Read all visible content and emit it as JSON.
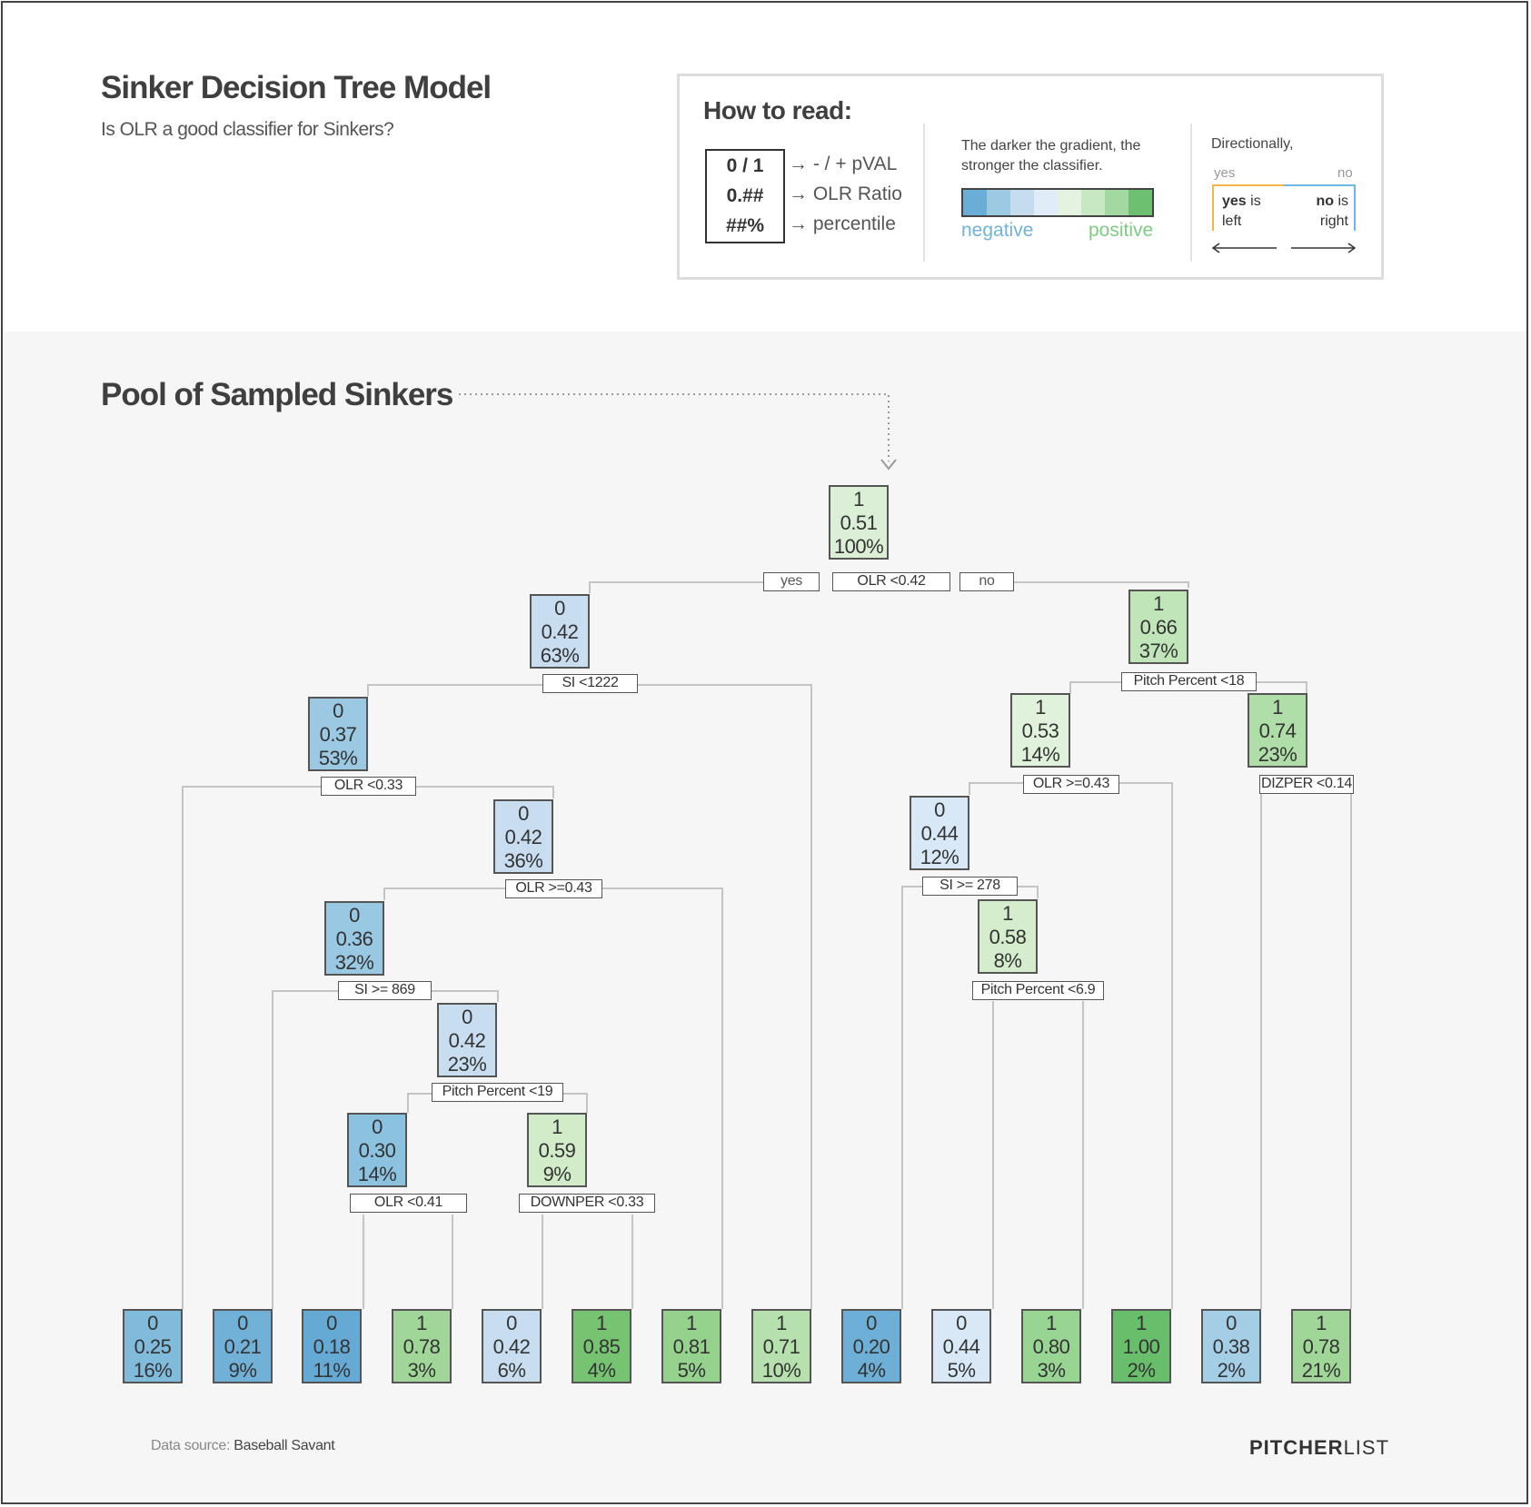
{
  "header": {
    "title": "Sinker Decision Tree Model",
    "subtitle": "Is OLR a good classifier for Sinkers?"
  },
  "legend": {
    "title": "How to read:",
    "box_lines": [
      "0 / 1",
      "0.##",
      "##%"
    ],
    "box_meanings": [
      "- / + pVAL",
      "OLR Ratio",
      "percentile"
    ],
    "gradient_text": "The darker the gradient, the stronger the classifier.",
    "gradient_colors": [
      "#6aaed8",
      "#9ccae3",
      "#c5dcef",
      "#e0ecf8",
      "#e3f3df",
      "#c8e8c1",
      "#a2d9a0",
      "#6cc06f"
    ],
    "negative_label": "negative",
    "positive_label": "positive",
    "direction_title": "Directionally,",
    "yes_label": "yes",
    "no_label": "no",
    "yes_text": "yes",
    "yes_rest": "is",
    "yes_side": "left",
    "no_text": "no",
    "no_rest": "is",
    "no_side": "right",
    "yes_color": "#f5b547",
    "no_color": "#6eb6e4"
  },
  "section_title": "Pool of Sampled Sinkers",
  "root_branch_labels": {
    "yes": "yes",
    "no": "no"
  },
  "tree": {
    "nodes": [
      {
        "id": "n1",
        "cls": "1",
        "ratio": "0.51",
        "pct": "100%"
      },
      {
        "id": "n2",
        "cls": "0",
        "ratio": "0.42",
        "pct": "63%"
      },
      {
        "id": "n3",
        "cls": "1",
        "ratio": "0.66",
        "pct": "37%"
      },
      {
        "id": "n4",
        "cls": "0",
        "ratio": "0.37",
        "pct": "53%"
      },
      {
        "id": "n5",
        "cls": "0",
        "ratio": "0.42",
        "pct": "36%"
      },
      {
        "id": "n6",
        "cls": "0",
        "ratio": "0.36",
        "pct": "32%"
      },
      {
        "id": "n7",
        "cls": "0",
        "ratio": "0.42",
        "pct": "23%"
      },
      {
        "id": "n8",
        "cls": "0",
        "ratio": "0.30",
        "pct": "14%"
      },
      {
        "id": "n9",
        "cls": "1",
        "ratio": "0.59",
        "pct": "9%"
      },
      {
        "id": "n10",
        "cls": "1",
        "ratio": "0.53",
        "pct": "14%"
      },
      {
        "id": "n11",
        "cls": "1",
        "ratio": "0.74",
        "pct": "23%"
      },
      {
        "id": "n12",
        "cls": "0",
        "ratio": "0.44",
        "pct": "12%"
      },
      {
        "id": "n13",
        "cls": "1",
        "ratio": "0.58",
        "pct": "8%"
      }
    ],
    "splits": [
      {
        "id": "s1",
        "text": "OLR <0.42"
      },
      {
        "id": "s2",
        "text": "SI <1222"
      },
      {
        "id": "s3",
        "text": "Pitch Percent <18"
      },
      {
        "id": "s4",
        "text": "OLR <0.33"
      },
      {
        "id": "s5",
        "text": "OLR >=0.43"
      },
      {
        "id": "s6",
        "text": "SI >= 869"
      },
      {
        "id": "s7",
        "text": "Pitch Percent <19"
      },
      {
        "id": "s8",
        "text": "OLR <0.41"
      },
      {
        "id": "s9",
        "text": "DOWNPER <0.33"
      },
      {
        "id": "s10",
        "text": "OLR >=0.43"
      },
      {
        "id": "s11",
        "text": "DIZPER <0.14"
      },
      {
        "id": "s12",
        "text": "SI >= 278"
      },
      {
        "id": "s13",
        "text": "Pitch Percent <6.9"
      }
    ],
    "leaves": [
      {
        "cls": "0",
        "ratio": "0.25",
        "pct": "16%"
      },
      {
        "cls": "0",
        "ratio": "0.21",
        "pct": "9%"
      },
      {
        "cls": "0",
        "ratio": "0.18",
        "pct": "11%"
      },
      {
        "cls": "1",
        "ratio": "0.78",
        "pct": "3%"
      },
      {
        "cls": "0",
        "ratio": "0.42",
        "pct": "6%"
      },
      {
        "cls": "1",
        "ratio": "0.85",
        "pct": "4%"
      },
      {
        "cls": "1",
        "ratio": "0.81",
        "pct": "5%"
      },
      {
        "cls": "1",
        "ratio": "0.71",
        "pct": "10%"
      },
      {
        "cls": "0",
        "ratio": "0.20",
        "pct": "4%"
      },
      {
        "cls": "0",
        "ratio": "0.44",
        "pct": "5%"
      },
      {
        "cls": "1",
        "ratio": "0.80",
        "pct": "3%"
      },
      {
        "cls": "1",
        "ratio": "1.00",
        "pct": "2%"
      },
      {
        "cls": "0",
        "ratio": "0.38",
        "pct": "2%"
      },
      {
        "cls": "1",
        "ratio": "0.78",
        "pct": "21%"
      }
    ]
  },
  "footer": {
    "source_prefix": "Data source:",
    "source_name": "Baseball Savant",
    "logo_bold": "PITCHER",
    "logo_light": "LIST"
  }
}
